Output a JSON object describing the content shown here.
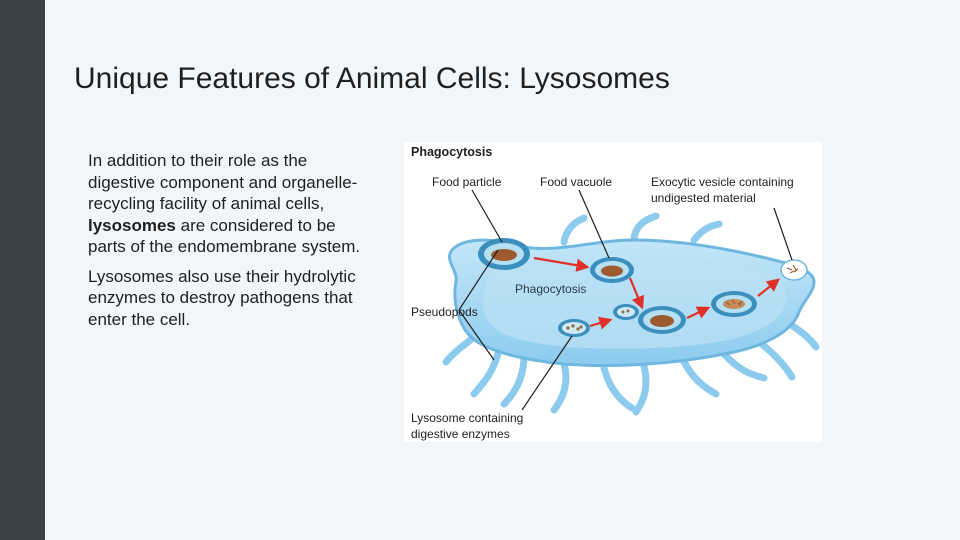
{
  "slide": {
    "title": "Unique Features of Animal Cells: Lysosomes",
    "paragraph1": {
      "before": "In addition to their role as the digestive component and organelle-recycling facility of animal cells, ",
      "bold": "lysosomes",
      "after": " are considered to be parts of the endomembrane system."
    },
    "paragraph2": "Lysosomes also use their hydrolytic enzymes to destroy pathogens that enter the cell."
  },
  "diagram": {
    "heading": "Phagocytosis",
    "labels": {
      "food_particle": "Food particle",
      "food_vacuole": "Food vacuole",
      "exocytic_line1": "Exocytic vesicle containing",
      "exocytic_line2": "undigested material",
      "phagocytosis_inner": "Phagocytosis",
      "pseudopods": "Pseudopods",
      "lysosome_line1": "Lysosome containing",
      "lysosome_line2": "digestive enzymes"
    },
    "colors": {
      "cell_fill": "#a9d8f2",
      "cell_stroke": "#6fb7e0",
      "arrow": "#e0302a",
      "vacuole": "#3b8fbd",
      "food": "#9c5a2e"
    }
  }
}
